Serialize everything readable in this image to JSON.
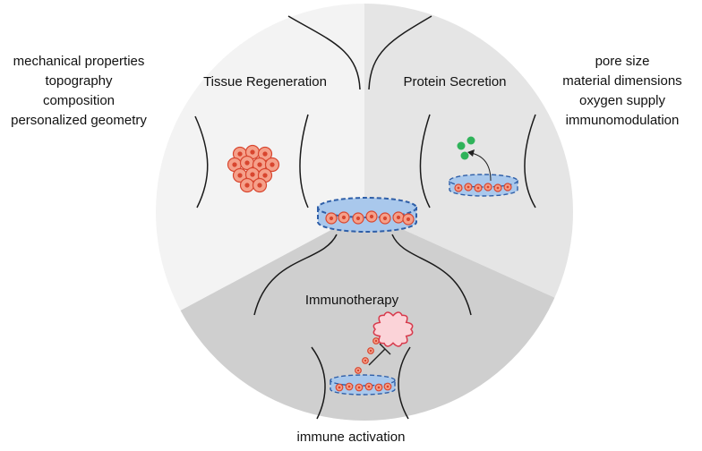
{
  "left_properties": [
    "mechanical properties",
    "topography",
    "composition",
    "personalized geometry"
  ],
  "right_properties": [
    "pore size",
    "material dimensions",
    "oxygen supply",
    "immunomodulation"
  ],
  "bottom_label": "immune activation",
  "segments": {
    "tissue": "Tissue Regeneration",
    "protein": "Protein Secretion",
    "immuno": "Immunotherapy"
  },
  "colors": {
    "segment_left": "#f3f3f3",
    "segment_right": "#e5e5e5",
    "segment_bottom": "#cfcfcf",
    "scaffold_fill": "#a9c8ec",
    "scaffold_stroke": "#2f5fa8",
    "cell_fill": "#f5a08a",
    "cell_stroke": "#d8462f",
    "protein_dot": "#2fb35a",
    "tumor_fill": "#fbd3d8",
    "tumor_stroke": "#d8394b"
  }
}
